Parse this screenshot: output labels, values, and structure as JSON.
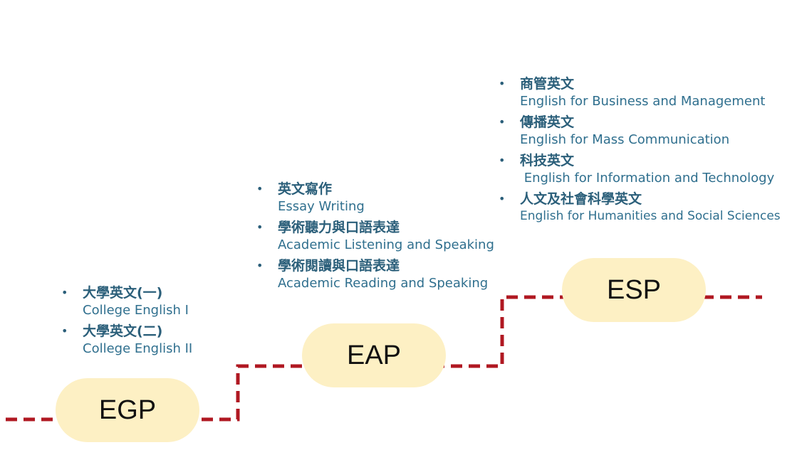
{
  "stages": {
    "egp": {
      "label": "EGP",
      "courses": [
        {
          "zh": "大學英文(一)",
          "en": "College English I"
        },
        {
          "zh": "大學英文(二)",
          "en": "College English II"
        }
      ]
    },
    "eap": {
      "label": "EAP",
      "courses": [
        {
          "zh": "英文寫作",
          "en": "Essay Writing"
        },
        {
          "zh": "學術聽力與口語表達",
          "en": "Academic Listening and Speaking"
        },
        {
          "zh": "學術閱讀與口語表達",
          "en": "Academic Reading and Speaking"
        }
      ]
    },
    "esp": {
      "label": "ESP",
      "courses": [
        {
          "zh": "商管英文",
          "en": "English for Business and Management"
        },
        {
          "zh": "傳播英文",
          "en": "English for Mass Communication"
        },
        {
          "zh": "科技英文",
          "en": " English for Information and Technology"
        },
        {
          "zh": "人文及社會科學英文",
          "en": "English for Humanities and Social Sciences"
        }
      ]
    }
  },
  "bullet_symbol": "•",
  "colors": {
    "path": "#b01822",
    "pill_fill": "#fdf0c4",
    "course_text": "#2b5f7a"
  }
}
